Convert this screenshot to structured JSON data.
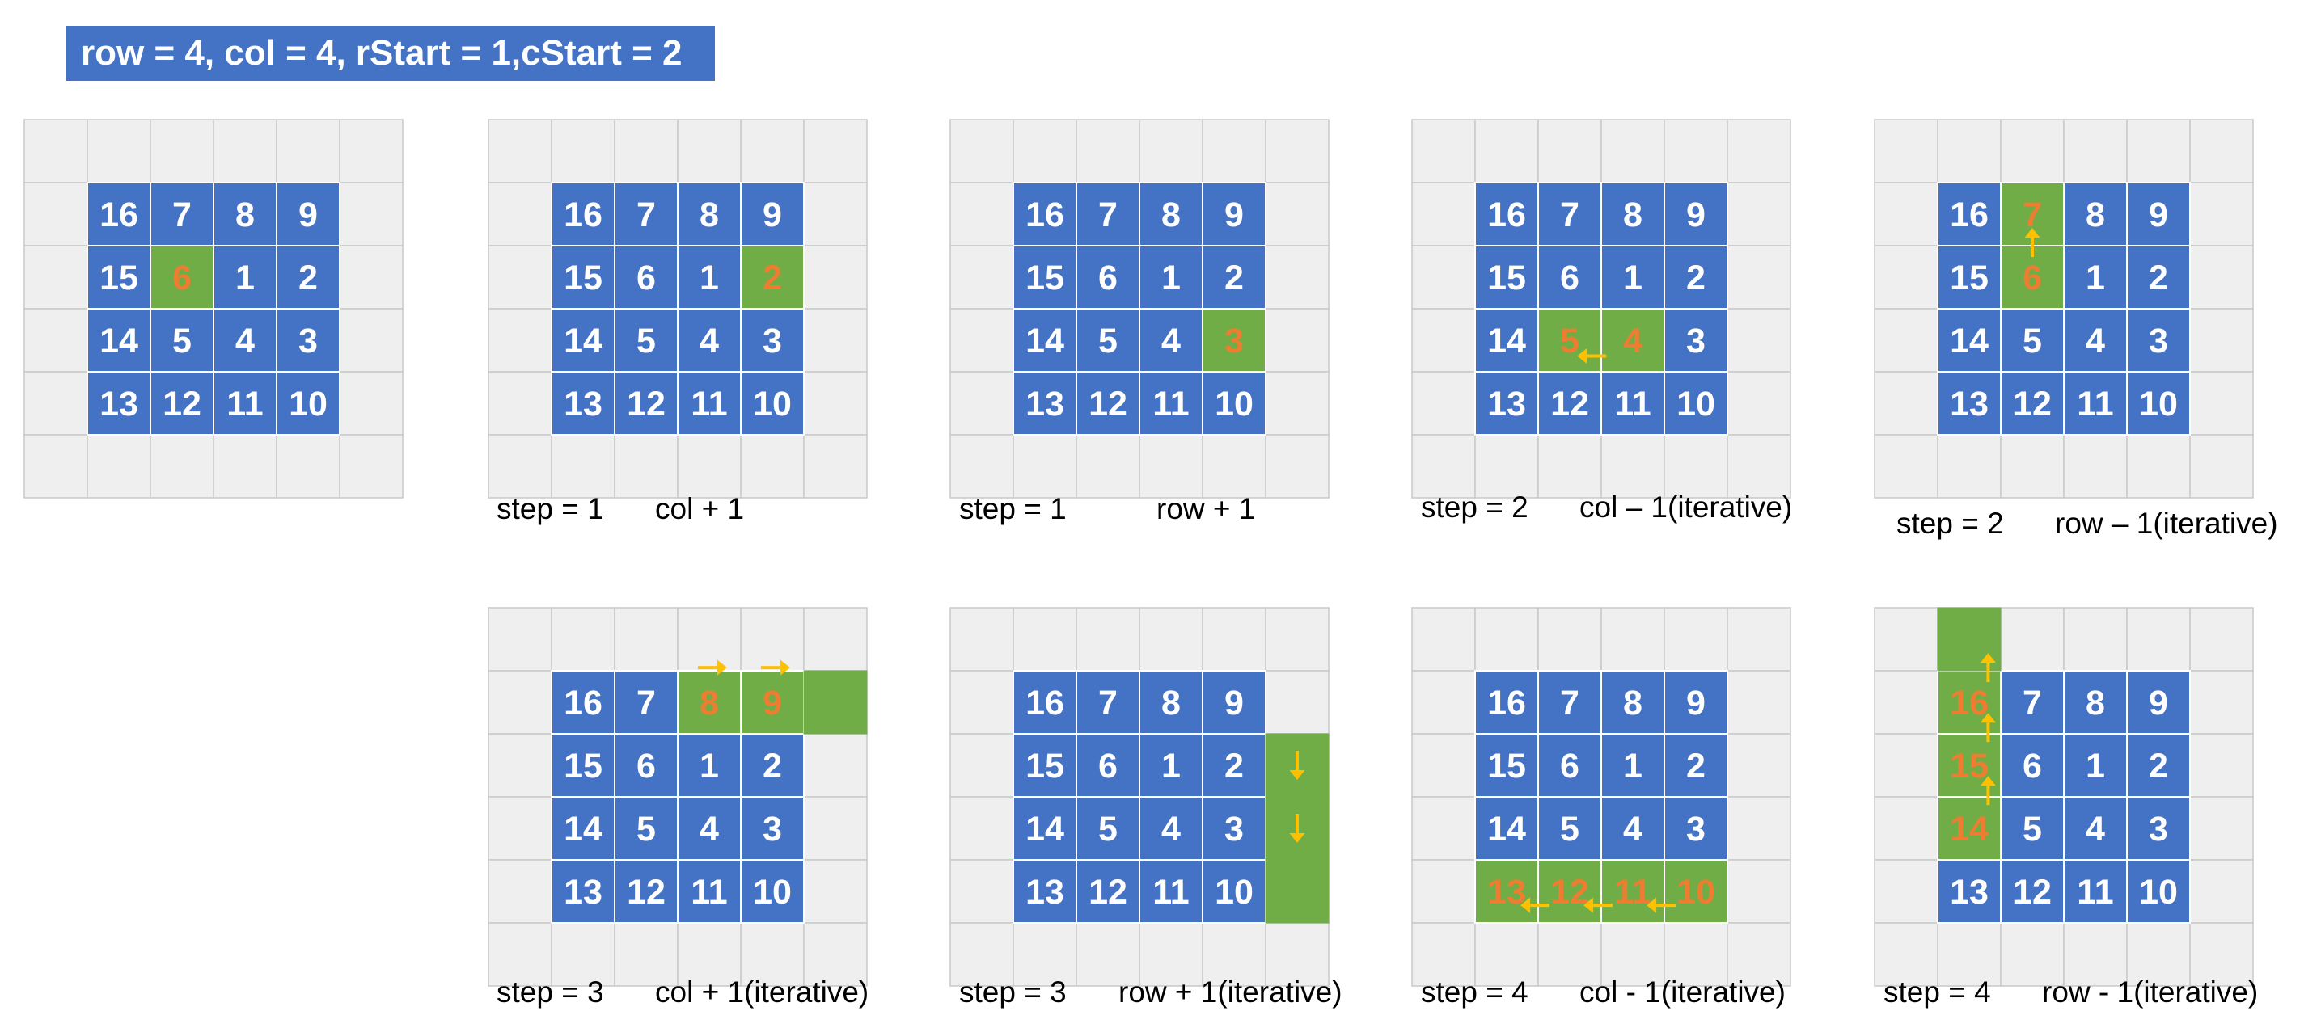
{
  "header": {
    "title": "row = 4, col = 4, rStart = 1,cStart = 2"
  },
  "matrix": [
    [
      16,
      7,
      8,
      9
    ],
    [
      15,
      6,
      1,
      2
    ],
    [
      14,
      5,
      4,
      3
    ],
    [
      13,
      12,
      11,
      10
    ]
  ],
  "colors": {
    "cell_blue": "#4472C4",
    "cell_gray": "#EFEFEF",
    "cell_green": "#70AD47",
    "number_white": "#FFFFFF",
    "number_orange": "#ED7D31",
    "arrow": "#FFC000"
  },
  "panels": [
    {
      "id": "initial",
      "step_text": "",
      "op_text": "",
      "highlight": [
        [
          2,
          2
        ]
      ],
      "outside": [],
      "arrows": []
    },
    {
      "id": "p1",
      "step_text": "step = 1",
      "op_text": "col + 1",
      "highlight": [
        [
          2,
          4
        ]
      ],
      "outside": [],
      "arrows": []
    },
    {
      "id": "p2",
      "step_text": "step = 1",
      "op_text": "row + 1",
      "highlight": [
        [
          3,
          4
        ]
      ],
      "outside": [],
      "arrows": []
    },
    {
      "id": "p3",
      "step_text": "step = 2",
      "op_text": "col – 1(iterative)",
      "highlight": [
        [
          3,
          2
        ],
        [
          3,
          3
        ]
      ],
      "outside": [],
      "arrows": [
        "left"
      ]
    },
    {
      "id": "p4",
      "step_text": "step = 2",
      "op_text": "row – 1(iterative)",
      "highlight": [
        [
          1,
          2
        ],
        [
          2,
          2
        ]
      ],
      "outside": [],
      "arrows": [
        "up"
      ]
    },
    {
      "id": "p5",
      "step_text": "step = 3",
      "op_text": "col + 1(iterative)",
      "highlight": [
        [
          1,
          3
        ],
        [
          1,
          4
        ]
      ],
      "outside": [
        [
          1,
          5
        ]
      ],
      "arrows": [
        "right",
        "right"
      ]
    },
    {
      "id": "p6",
      "step_text": "step = 3",
      "op_text": "row + 1(iterative)",
      "highlight": [],
      "outside": [
        [
          2,
          5
        ],
        [
          3,
          5
        ],
        [
          4,
          5
        ]
      ],
      "arrows": [
        "down",
        "down"
      ]
    },
    {
      "id": "p7",
      "step_text": "step = 4",
      "op_text": "col - 1(iterative)",
      "highlight": [
        [
          4,
          1
        ],
        [
          4,
          2
        ],
        [
          4,
          3
        ],
        [
          4,
          4
        ]
      ],
      "outside": [],
      "arrows": [
        "left",
        "left",
        "left"
      ]
    },
    {
      "id": "p8",
      "step_text": "step = 4",
      "op_text": "row - 1(iterative)",
      "highlight": [
        [
          1,
          1
        ],
        [
          2,
          1
        ],
        [
          3,
          1
        ]
      ],
      "outside": [
        [
          0,
          1
        ]
      ],
      "arrows": [
        "up",
        "up",
        "up"
      ]
    }
  ]
}
